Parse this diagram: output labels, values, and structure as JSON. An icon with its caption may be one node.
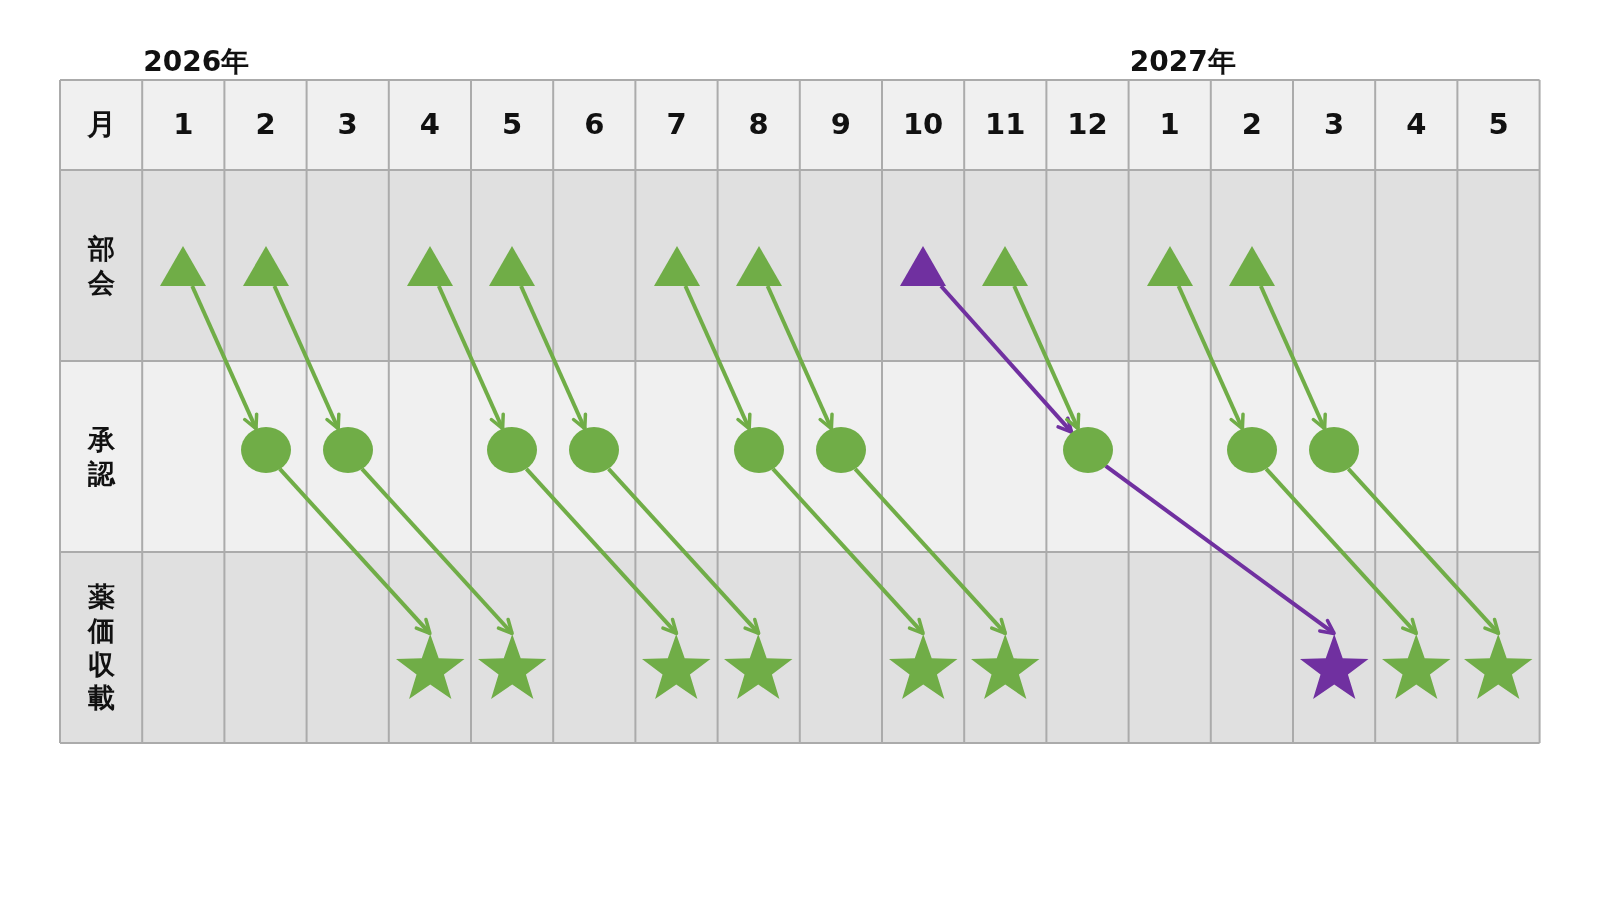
{
  "diagram": {
    "nodes": [
      {
        "text": [],
        "shape": "triangle"
      },
      {
        "text": [],
        "shape": "triangle"
      },
      {
        "text": [],
        "shape": "triangle"
      },
      {
        "text": [],
        "shape": "triangle"
      },
      {
        "text": [],
        "shape": "triangle"
      },
      {
        "text": [],
        "shape": "triangle"
      },
      {
        "text": [],
        "shape": "triangle"
      },
      {
        "text": [],
        "shape": "triangle"
      },
      {
        "text": [],
        "shape": "triangle"
      },
      {
        "text": [],
        "shape": "triangle"
      },
      {
        "text": [],
        "shape": "circle"
      },
      {
        "text": [],
        "shape": "circle"
      },
      {
        "text": [],
        "shape": "circle"
      },
      {
        "text": [],
        "shape": "circle"
      },
      {
        "text": [],
        "shape": "circle"
      },
      {
        "text": [],
        "shape": "circle"
      },
      {
        "text": [],
        "shape": "circle"
      },
      {
        "text": [],
        "shape": "circle"
      },
      {
        "text": [],
        "shape": "circle"
      },
      {
        "text": [],
        "shape": "star"
      },
      {
        "text": [],
        "shape": "star"
      },
      {
        "text": [],
        "shape": "star"
      },
      {
        "text": [],
        "shape": "star"
      },
      {
        "text": [],
        "shape": "star"
      },
      {
        "text": [],
        "shape": "star"
      },
      {
        "text": [],
        "shape": "star"
      },
      {
        "text": [],
        "shape": "star"
      },
      {
        "text": [],
        "shape": "star"
      }
    ],
    "edges": [
      {
        "from": 0,
        "to": 10,
        "arrow": "to"
      },
      {
        "from": 1,
        "to": 11,
        "arrow": "to"
      },
      {
        "from": 2,
        "to": 12,
        "arrow": "to"
      },
      {
        "from": 3,
        "to": 13,
        "arrow": "to"
      },
      {
        "from": 4,
        "to": 14,
        "arrow": "to"
      },
      {
        "from": 5,
        "to": 15,
        "arrow": "to"
      },
      {
        "from": 6,
        "to": 16,
        "arrow": "to",
        "color": "#7030a0"
      },
      {
        "from": 7,
        "to": 16,
        "arrow": "to"
      },
      {
        "from": 8,
        "to": 17,
        "arrow": "to"
      },
      {
        "from": 9,
        "to": 18,
        "arrow": "to"
      },
      {
        "from": 10,
        "to": 19,
        "arrow": "to"
      },
      {
        "from": 11,
        "to": 20,
        "arrow": "to"
      },
      {
        "from": 12,
        "to": 21,
        "arrow": "to"
      },
      {
        "from": 13,
        "to": 22,
        "arrow": "to"
      },
      {
        "from": 14,
        "to": 23,
        "arrow": "to"
      },
      {
        "from": 15,
        "to": 24,
        "arrow": "to"
      },
      {
        "from": 16,
        "to": 25,
        "arrow": "to",
        "color": "#7030a0"
      },
      {
        "from": 17,
        "to": 26,
        "arrow": "to"
      },
      {
        "from": 18,
        "to": 27,
        "arrow": "to"
      }
    ],
    "labels": [
      "2026年",
      "2027年",
      "月",
      "1",
      "2",
      "3",
      "4",
      "5",
      "6",
      "7",
      "8",
      "9",
      "10",
      "11",
      "12",
      "1",
      "2",
      "3",
      "4",
      "5",
      "部会",
      "承認",
      "薬価収載"
    ]
  }
}
